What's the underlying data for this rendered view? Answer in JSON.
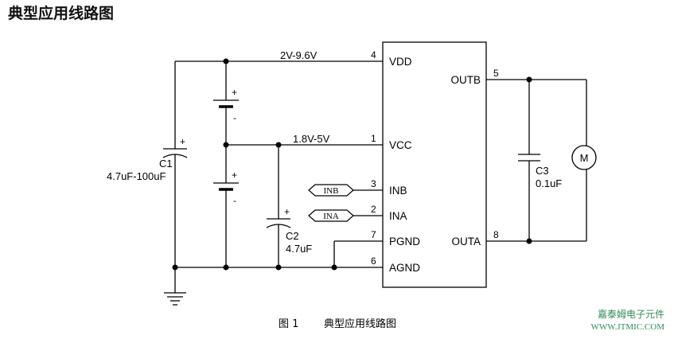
{
  "title": "典型应用线路图",
  "figure_caption": {
    "number": "图 1",
    "text": "典型应用线路图"
  },
  "watermark": {
    "line1": "嘉泰姆电子元件",
    "line2": "WWW.JTMIC.COM"
  },
  "chip": {
    "left_pins": [
      {
        "number": "4",
        "name": "VDD"
      },
      {
        "number": "1",
        "name": "VCC"
      },
      {
        "number": "3",
        "name": "INB"
      },
      {
        "number": "2",
        "name": "INA"
      },
      {
        "number": "7",
        "name": "PGND"
      },
      {
        "number": "6",
        "name": "AGND"
      }
    ],
    "right_pins": [
      {
        "number": "5",
        "name": "OUTB"
      },
      {
        "number": "8",
        "name": "OUTA"
      }
    ]
  },
  "nets": {
    "vdd_range": "2V-9.6V",
    "vcc_range": "1.8V-5V"
  },
  "inputs": {
    "inb": "INB",
    "ina": "INA"
  },
  "components": {
    "c1": {
      "name": "C1",
      "value": "4.7uF-100uF",
      "plus": "+"
    },
    "c2": {
      "name": "C2",
      "value": "4.7uF",
      "plus": "+"
    },
    "c3": {
      "name": "C3",
      "value": "0.1uF"
    },
    "motor": {
      "label": "M"
    },
    "battery_top": {
      "plus": "+",
      "minus": "-"
    },
    "battery_bottom": {
      "plus": "+",
      "minus": "-"
    }
  }
}
